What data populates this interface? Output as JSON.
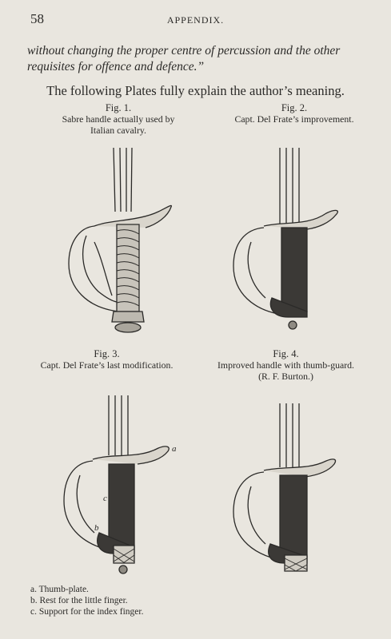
{
  "header": {
    "page_number": "58",
    "running_head": "APPENDIX."
  },
  "quote": "without changing the proper centre of percussion and the other requisites for offence and defence.”",
  "lead": "The following Plates fully explain the author’s meaning.",
  "figures": [
    {
      "label": "Fig. 1.",
      "caption_line1": "Sabre handle actually used by",
      "caption_line2": "Italian cavalry."
    },
    {
      "label": "Fig. 2.",
      "caption_line1": "Capt. Del Frate’s improvement.",
      "caption_line2": ""
    },
    {
      "label": "Fig. 3.",
      "caption_line1": "Capt. Del Frate’s last modification.",
      "caption_line2": ""
    },
    {
      "label": "Fig. 4.",
      "caption_line1": "Improved handle with thumb-guard.",
      "caption_line2": "(R. F. Burton.)"
    }
  ],
  "callouts": {
    "a": "a",
    "b": "b",
    "c": "c"
  },
  "legend": [
    {
      "key": "a.",
      "text": "Thumb-plate."
    },
    {
      "key": "b.",
      "text": "Rest for the little finger."
    },
    {
      "key": "c.",
      "text": "Support for the index finger."
    }
  ]
}
